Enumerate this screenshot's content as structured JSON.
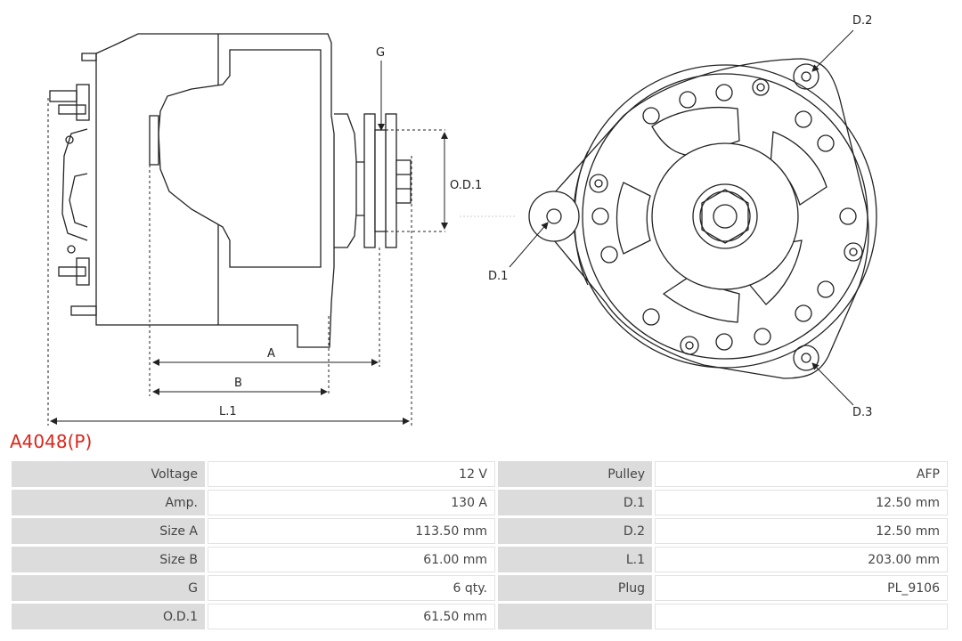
{
  "part": {
    "code": "A4048(P)"
  },
  "drawing": {
    "labels": {
      "g": "G",
      "od1": "O.D.1",
      "a": "A",
      "b": "B",
      "l1": "L.1",
      "d1": "D.1",
      "d2": "D.2",
      "d3": "D.3"
    }
  },
  "specs": [
    {
      "label": "Voltage",
      "value": "12 V",
      "label2": "Pulley",
      "value2": "AFP"
    },
    {
      "label": "Amp.",
      "value": "130 A",
      "label2": "D.1",
      "value2": "12.50 mm"
    },
    {
      "label": "Size A",
      "value": "113.50 mm",
      "label2": "D.2",
      "value2": "12.50 mm"
    },
    {
      "label": "Size B",
      "value": "61.00 mm",
      "label2": "L.1",
      "value2": "203.00 mm"
    },
    {
      "label": "G",
      "value": "6 qty.",
      "label2": "Plug",
      "value2": "PL_9106"
    },
    {
      "label": "O.D.1",
      "value": "61.50 mm",
      "label2": "",
      "value2": ""
    }
  ]
}
